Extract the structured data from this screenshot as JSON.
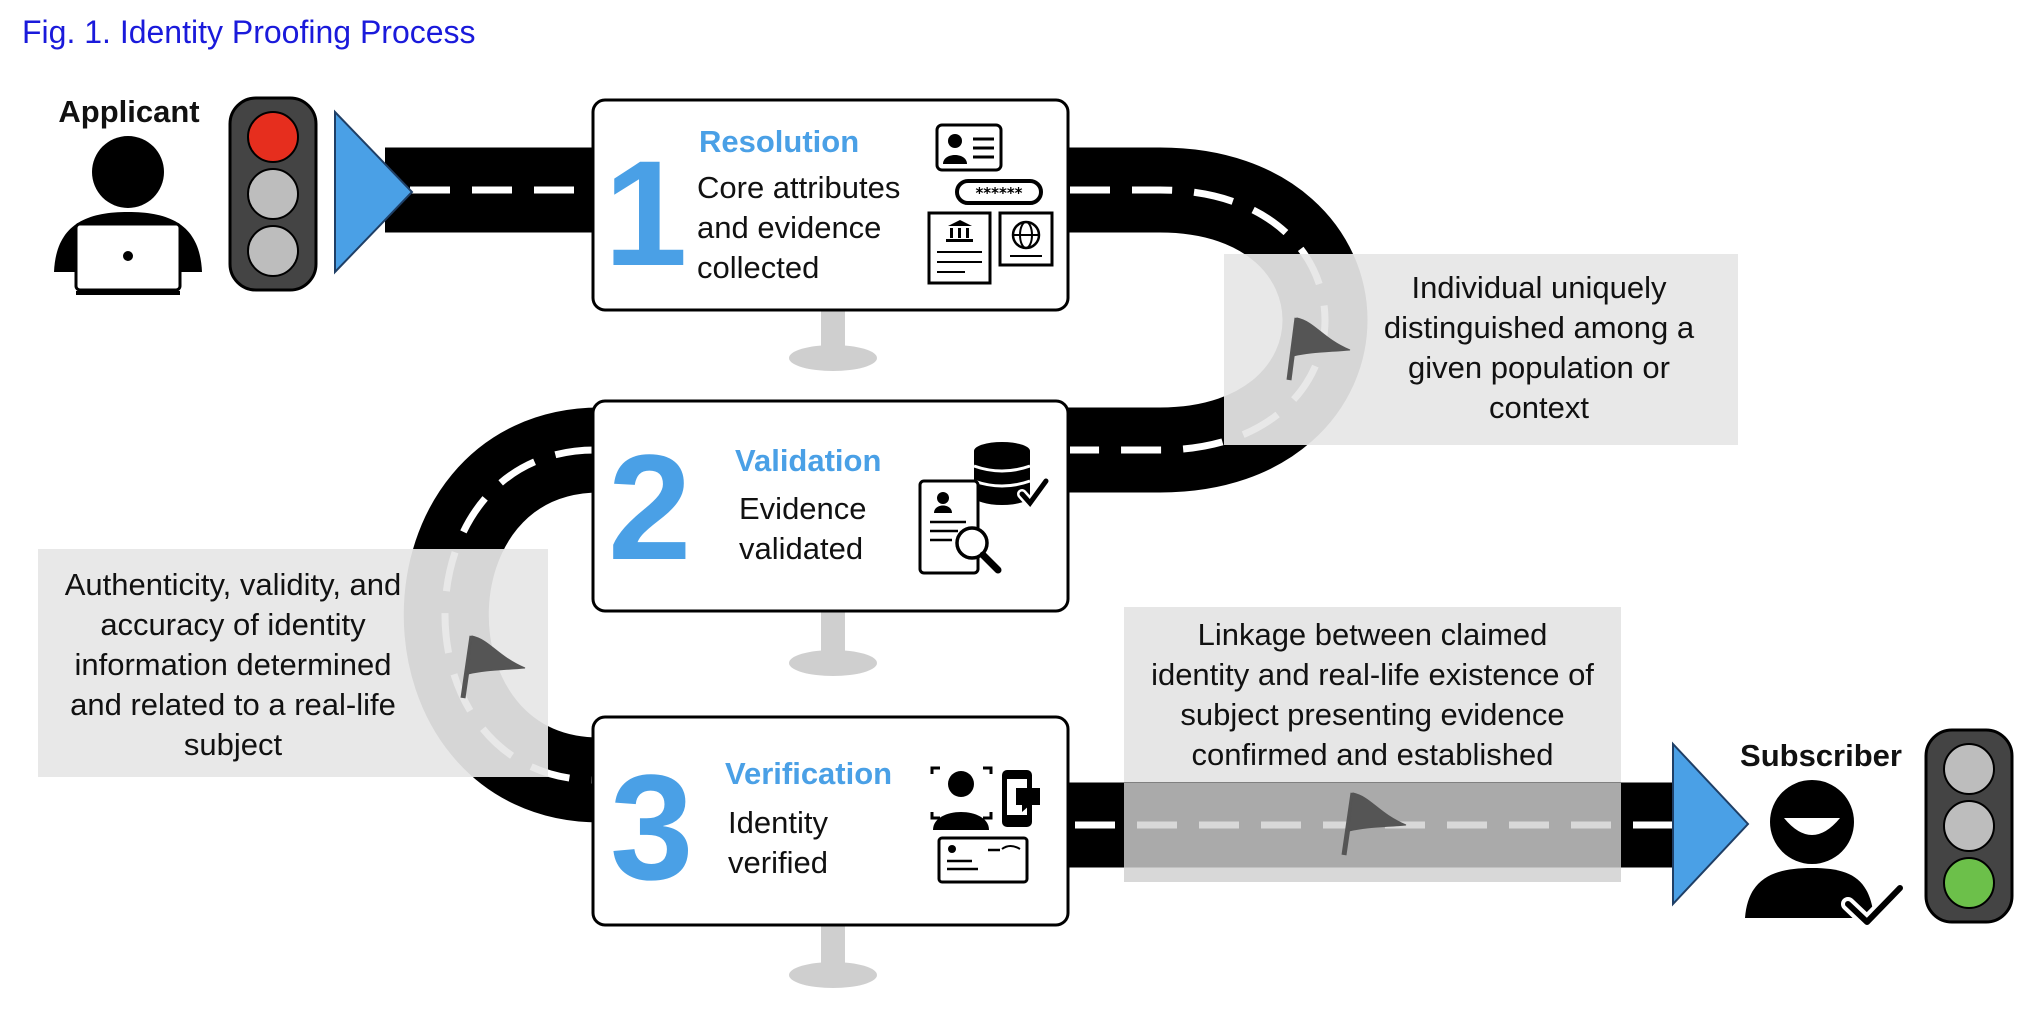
{
  "figure_title": "Fig. 1. Identity Proofing Process",
  "actors": {
    "applicant": "Applicant",
    "subscriber": "Subscriber"
  },
  "stages": [
    {
      "number": "1",
      "title": "Resolution",
      "description": [
        "Core attributes",
        "and evidence",
        "collected"
      ]
    },
    {
      "number": "2",
      "title": "Validation",
      "description": [
        "Evidence",
        "validated"
      ]
    },
    {
      "number": "3",
      "title": "Verification",
      "description": [
        "Identity",
        "verified"
      ]
    }
  ],
  "notes": {
    "resolution": [
      "Individual uniquely",
      "distinguished among a",
      "given population or",
      "context"
    ],
    "validation": [
      "Authenticity, validity, and",
      "accuracy of identity",
      "information determined",
      "and related to a real-life",
      "subject"
    ],
    "verification": [
      "Linkage between claimed",
      "identity and real-life existence of",
      "subject presenting evidence",
      "confirmed and established"
    ]
  },
  "password_mask": "******",
  "colors": {
    "accent_blue": "#4aa0e6",
    "title_blue": "#1a1adb",
    "road": "#000000",
    "note_bg": "#e6e6e6",
    "signal_red": "#e62e1e",
    "signal_green": "#6cc04a",
    "signal_off": "#bdbdbd"
  },
  "icons": {
    "applicant": "person-question-laptop-icon",
    "subscriber": "person-smile-check-icon",
    "start_light": "traffic-light-red-icon",
    "end_light": "traffic-light-green-icon",
    "resolution": "id-card-password-documents-icon",
    "validation": "database-document-magnifier-icon",
    "verification": "face-phone-idcard-icon",
    "milestone": "flag-icon"
  }
}
